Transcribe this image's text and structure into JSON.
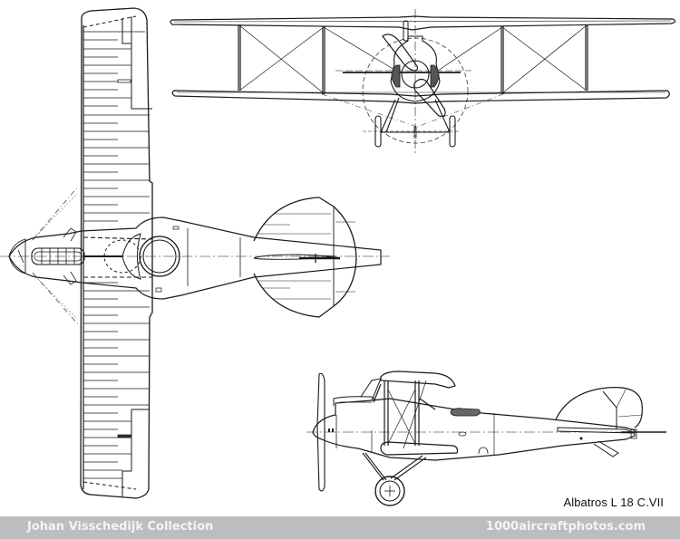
{
  "drawing": {
    "title": "Albatros L 18 C.VII",
    "views": [
      "front-view",
      "top-view",
      "side-view"
    ],
    "line_color": "#1a1a1a",
    "background": "#ffffff"
  },
  "caption": {
    "aircraft_name": "Albatros L 18 C.VII"
  },
  "banner": {
    "background": "#bdbdbd",
    "text_color": "#f4f4f4",
    "collection": "Johan Visschedijk Collection",
    "website": "1000aircraftphotos.com"
  }
}
